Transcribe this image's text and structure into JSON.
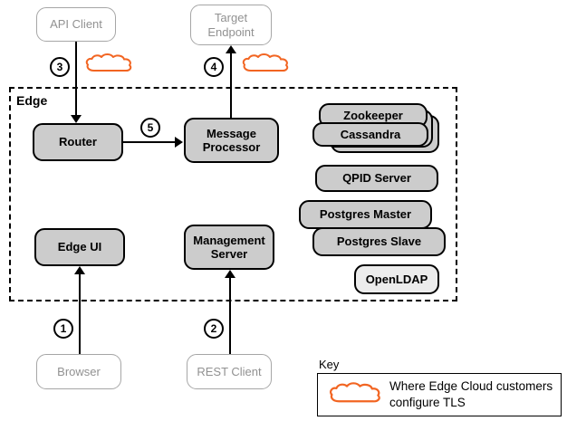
{
  "diagram": {
    "boundary_label": "Edge",
    "external_nodes": [
      {
        "id": "api-client",
        "label": "API Client"
      },
      {
        "id": "target-endpoint",
        "label": "Target\nEndpoint"
      },
      {
        "id": "browser",
        "label": "Browser"
      },
      {
        "id": "rest-client",
        "label": "REST Client"
      }
    ],
    "internal_nodes": [
      {
        "id": "router",
        "label": "Router"
      },
      {
        "id": "message-processor",
        "label": "Message\nProcessor"
      },
      {
        "id": "edge-ui",
        "label": "Edge UI"
      },
      {
        "id": "management-server",
        "label": "Management\nServer"
      }
    ],
    "datastore_nodes": [
      {
        "id": "zookeeper",
        "label": "Zookeeper",
        "stacked": true,
        "fill": "gray"
      },
      {
        "id": "cassandra",
        "label": "Cassandra",
        "stacked": true,
        "fill": "gray"
      },
      {
        "id": "qpid-server",
        "label": "QPID Server",
        "stacked": false,
        "fill": "gray"
      },
      {
        "id": "postgres-master",
        "label": "Postgres Master",
        "stacked": false,
        "fill": "gray"
      },
      {
        "id": "postgres-slave",
        "label": "Postgres Slave",
        "stacked": false,
        "fill": "gray"
      },
      {
        "id": "openldap",
        "label": "OpenLDAP",
        "stacked": false,
        "fill": "light"
      }
    ],
    "steps": [
      {
        "id": "step-1",
        "number": "1",
        "from": "browser",
        "to": "edge-ui"
      },
      {
        "id": "step-2",
        "number": "2",
        "from": "rest-client",
        "to": "management-server"
      },
      {
        "id": "step-3",
        "number": "3",
        "from": "api-client",
        "to": "router"
      },
      {
        "id": "step-4",
        "number": "4",
        "from": "message-processor",
        "to": "target-endpoint"
      },
      {
        "id": "step-5",
        "number": "5",
        "from": "router",
        "to": "message-processor"
      }
    ],
    "tls_markers": [
      {
        "id": "cloud-step-3",
        "near_step": "3"
      },
      {
        "id": "cloud-step-4",
        "near_step": "4"
      }
    ]
  },
  "key": {
    "title": "Key",
    "legend_text": "Where Edge Cloud customers configure TLS"
  },
  "colors": {
    "tls_cloud": "#f26522",
    "internal_fill": "#cccccc",
    "light_fill": "#ececec",
    "external_border": "#a6a6a6",
    "external_text": "#919191",
    "stroke": "#000000"
  }
}
